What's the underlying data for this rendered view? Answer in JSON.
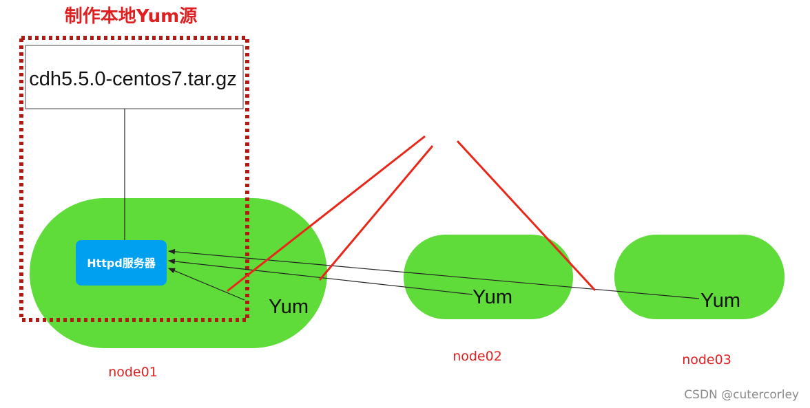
{
  "title": "制作本地Yum源",
  "tarball": "cdh5.5.0-centos7.tar.gz",
  "httpd_label": "Httpd服务器",
  "yum_label": "Yum",
  "nodes": [
    "node01",
    "node02",
    "node03"
  ],
  "watermark": "CSDN @cutercorley",
  "colors": {
    "node_fill": "#5fdb3a",
    "httpd_fill": "#00a0f0",
    "title_red": "#e02020",
    "dotted_border": "#b01a12",
    "strike_red": "#e8271a"
  }
}
